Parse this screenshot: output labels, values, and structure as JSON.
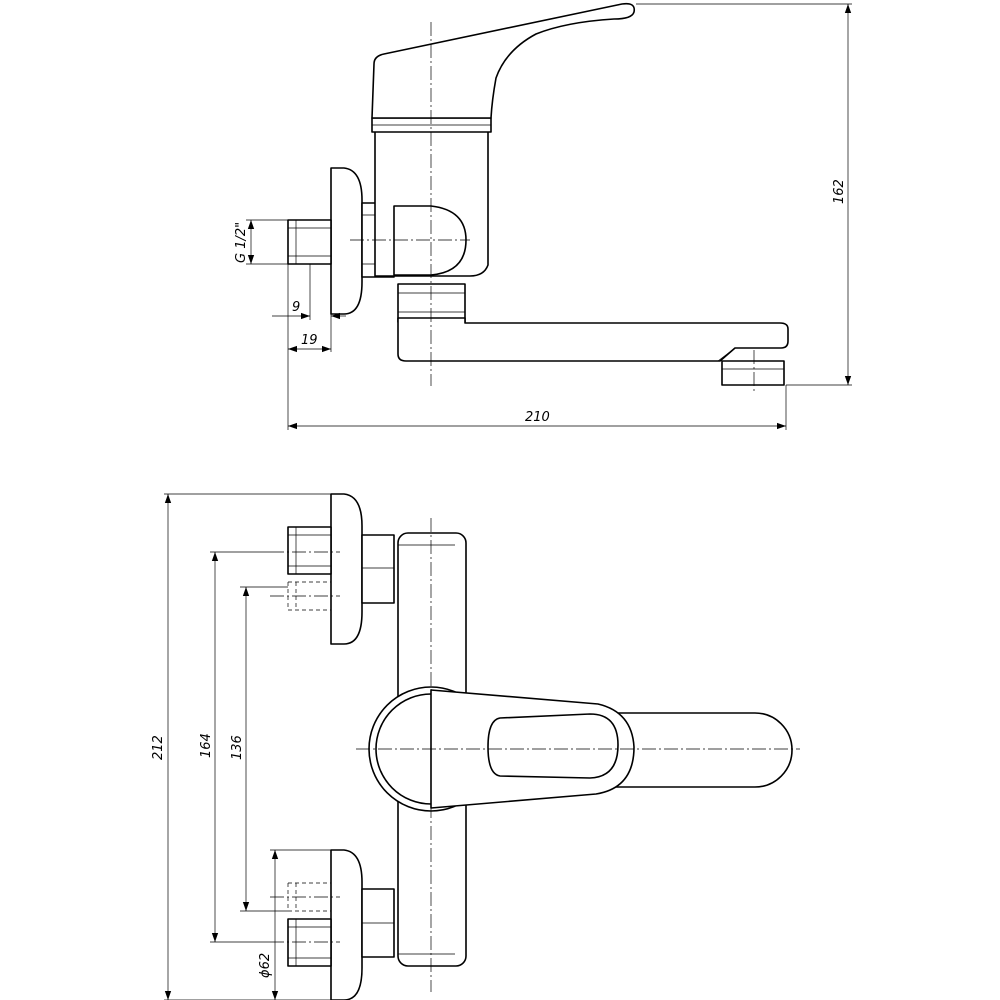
{
  "drawing": {
    "side_view": {
      "thread_label": "G 1/2\"",
      "dim_9": "9",
      "dim_19": "19",
      "dim_210": "210",
      "dim_162": "162"
    },
    "front_view": {
      "dim_212": "212",
      "dim_164": "164",
      "dim_136": "136",
      "dim_d62": "ϕ62"
    }
  }
}
